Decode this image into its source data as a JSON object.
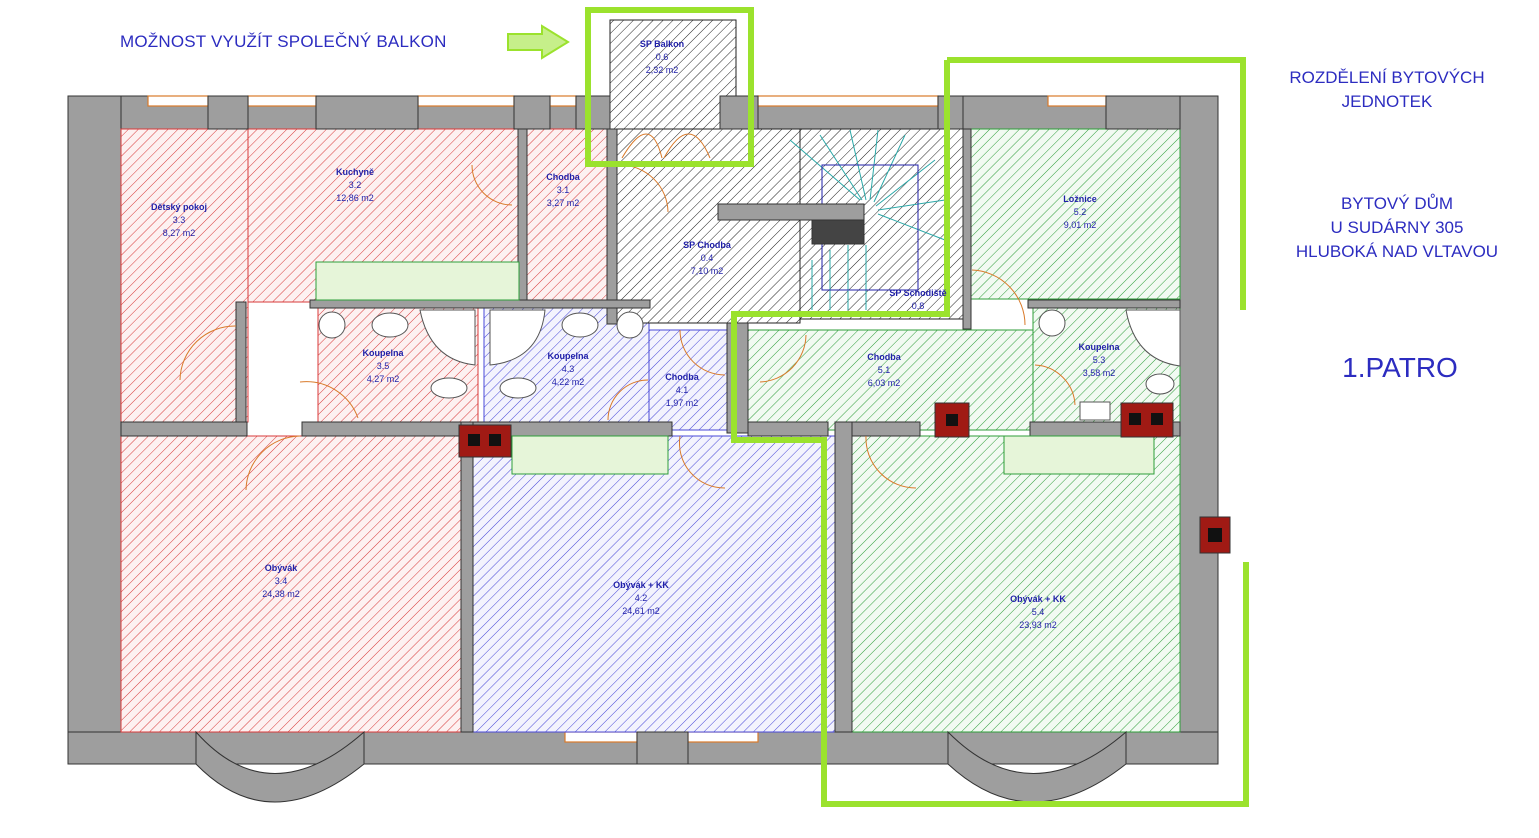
{
  "colors": {
    "wall": "#9e9e9e",
    "apt3": "#d83a3a",
    "apt4": "#3a3ad0",
    "apt5": "#2f9e3a",
    "common": "#222222",
    "highlight": "#9be22d",
    "text": "#2c2cc0",
    "chimney": "#a01a14"
  },
  "annotations": {
    "balcony_note": "MOŽNOST VYUŽÍT SPOLEČNÝ BALKON",
    "division_title": [
      "ROZDĚLENÍ BYTOVÝCH",
      "JEDNOTEK"
    ],
    "building_title": [
      "BYTOVÝ DŮM",
      "U SUDÁRNY 305",
      "HLUBOKÁ NAD VLTAVOU"
    ],
    "floor_label": "1.PATRO"
  },
  "rooms": [
    {
      "id": "r06",
      "name": "SP Balkon",
      "number": "0.6",
      "area": "2,32 m2",
      "group": "common"
    },
    {
      "id": "r32",
      "name": "Kuchyně",
      "number": "3.2",
      "area": "12,86 m2",
      "group": "apt3"
    },
    {
      "id": "r31",
      "name": "Chodba",
      "number": "3.1",
      "area": "3,27 m2",
      "group": "apt3"
    },
    {
      "id": "r33",
      "name": "Dětský pokoj",
      "number": "3.3",
      "area": "8,27 m2",
      "group": "apt3"
    },
    {
      "id": "r04",
      "name": "SP Chodba",
      "number": "0.4",
      "area": "7,10 m2",
      "group": "common"
    },
    {
      "id": "r52",
      "name": "Ložnice",
      "number": "5.2",
      "area": "9,01 m2",
      "group": "apt5"
    },
    {
      "id": "r08",
      "name": "SP Schodiště",
      "number": "0.8",
      "area": "",
      "group": "common"
    },
    {
      "id": "r35",
      "name": "Koupelna",
      "number": "3.5",
      "area": "4,27 m2",
      "group": "apt3"
    },
    {
      "id": "r43",
      "name": "Koupelna",
      "number": "4.3",
      "area": "4,22 m2",
      "group": "apt4"
    },
    {
      "id": "r41",
      "name": "Chodba",
      "number": "4.1",
      "area": "1,97 m2",
      "group": "apt4"
    },
    {
      "id": "r51",
      "name": "Chodba",
      "number": "5.1",
      "area": "6,03 m2",
      "group": "apt5"
    },
    {
      "id": "r53",
      "name": "Koupelna",
      "number": "5.3",
      "area": "3,58 m2",
      "group": "apt5"
    },
    {
      "id": "r34",
      "name": "Obývák",
      "number": "3.4",
      "area": "24,38 m2",
      "group": "apt3"
    },
    {
      "id": "r42",
      "name": "Obývák + KK",
      "number": "4.2",
      "area": "24,61 m2",
      "group": "apt4"
    },
    {
      "id": "r54",
      "name": "Obývák + KK",
      "number": "5.4",
      "area": "23,93 m2",
      "group": "apt5"
    }
  ]
}
